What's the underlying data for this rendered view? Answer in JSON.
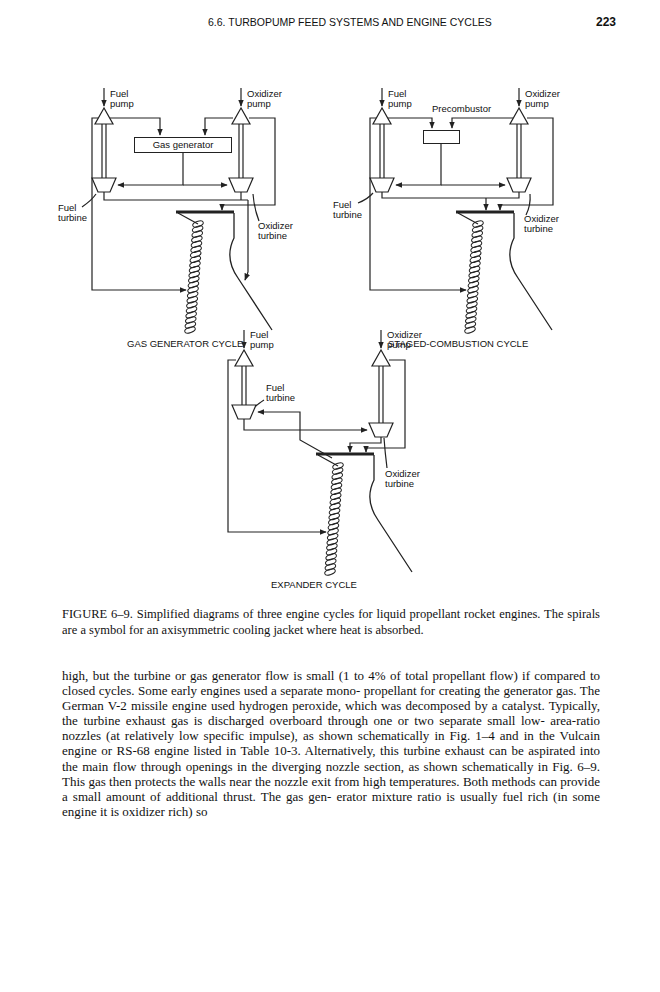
{
  "diagram": {
    "caption": "FIGURE 6–9. Simplified diagrams of three engine cycles for liquid propellant rocket engines. The spirals are a symbol for an axisymmetric cooling jacket where heat is absorbed.",
    "nodes": [
      {
        "text": [
          "Gas generator"
        ]
      },
      {
        "text": [
          "Precombustor"
        ]
      }
    ],
    "labels": [
      "6.6. TURBOPUMP FEED SYSTEMS AND ENGINE CYCLES",
      "223",
      "Fuel pump",
      "Oxidizer pump",
      "Fuel turbine",
      "Oxidizer turbine",
      "Fuel pump",
      "Oxidizer pump",
      "Fuel turbine",
      "Oxidizer turbine",
      "GAS GENERATOR CYCLE",
      "STAGED-COMBUSTION CYCLE",
      "Fuel pump",
      "Oxidizer pump",
      "Fuel turbine",
      "Oxidizer turbine",
      "EXPANDER CYCLE",
      "high, but the turbine or gas generator flow is small (1 to 4% of total propellant flow) if compared to closed cycles. Some early engines used a separate mono- propellant for creating the generator gas. The German V-2 missile engine used hydrogen peroxide, which was decomposed by a catalyst. Typically, the turbine exhaust gas is discharged overboard through one or two separate small low- area-ratio nozzles (at relatively low specific impulse), as shown schematically in Fig. 1–4 and in the Vulcain engine or RS-68 engine listed in Table 10-3. Alternatively, this turbine exhaust can be aspirated into the main flow through openings in the diverging nozzle section, as shown schematically in Fig. 6–9. This gas then protects the walls near the nozzle exit from high temperatures. Both methods can provide a small amount of additional thrust. The gas gen- erator mixture ratio is usually fuel rich (in some engine it is oxidizer rich) so"
    ]
  }
}
